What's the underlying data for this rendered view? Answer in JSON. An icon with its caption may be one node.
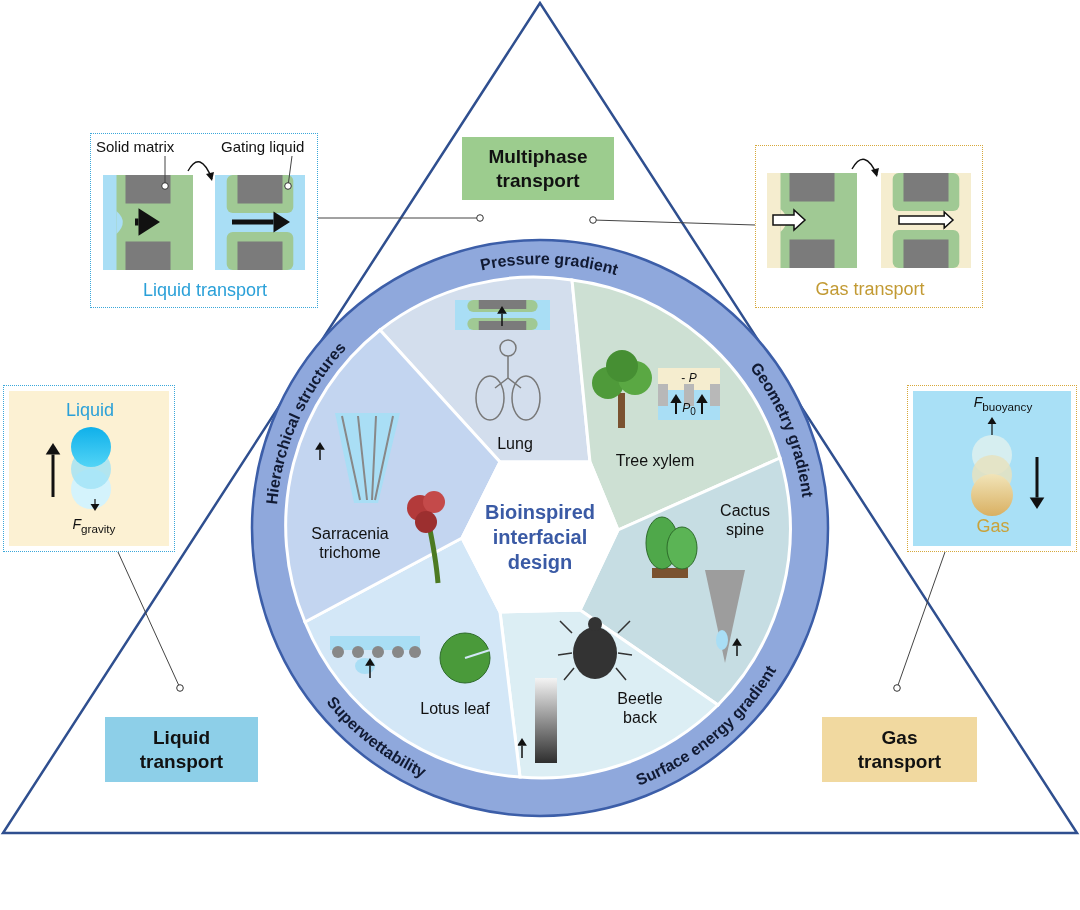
{
  "diagram": {
    "nodes": [
      {
        "text": [
          "Multiphase transport"
        ]
      },
      {
        "text": [
          "Liquid transport"
        ]
      },
      {
        "text": [
          "Gas transport"
        ]
      },
      {
        "text": [
          "Liquid transport"
        ]
      },
      {
        "text": [
          "Solid matrix"
        ],
        "in": 3
      },
      {
        "text": [
          "Gating liquid"
        ],
        "in": 3
      },
      {
        "text": [
          "Gas transport"
        ]
      },
      {
        "text": [
          "Liquid",
          "*F*$_{gravity}$"
        ]
      },
      {
        "text": [
          "*F*$_{buoyancy}$",
          "Gas"
        ]
      },
      {
        "text": [
          "Pressure gradient",
          "Hierarchical structures",
          "Geometry gradient",
          "Superwettability",
          "Surface energy gradient"
        ]
      },
      {
        "text": [
          "Bioinspired interfacial design"
        ],
        "in": 9
      },
      {
        "text": [
          "Lung"
        ],
        "in": 9
      },
      {
        "text": [
          "Tree xylem"
        ],
        "in": 9
      },
      {
        "text": [
          "Cactus spine"
        ],
        "in": 9
      },
      {
        "text": [
          "Beetle back"
        ],
        "in": 9
      },
      {
        "text": [
          "Lotus leaf"
        ],
        "in": 9
      },
      {
        "text": [
          "Sarracenia trichome"
        ],
        "in": 9
      }
    ],
    "edges": [
      {
        "from": 3,
        "to": 0,
        "arrow": "other"
      },
      {
        "from": 6,
        "to": 0,
        "arrow": "other"
      },
      {
        "from": 7,
        "to": null,
        "arrow": "other"
      },
      {
        "from": 8,
        "to": null,
        "arrow": "other"
      },
      {
        "from": 4,
        "to": null,
        "arrow": "other"
      },
      {
        "from": 5,
        "to": null,
        "arrow": "other"
      }
    ],
    "labels": [
      "- *P*",
      "*P*$_{0}$"
    ]
  }
}
